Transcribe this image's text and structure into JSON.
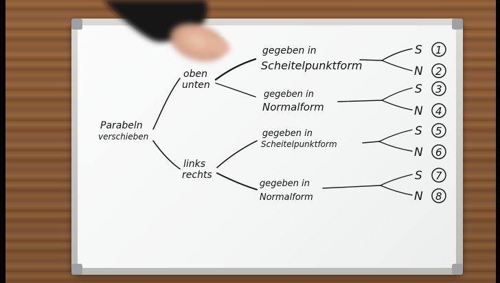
{
  "whiteboard": {
    "root": "Parabeln verschieben",
    "root_line1": "Parabeln",
    "root_line2": "verschieben",
    "branches": [
      {
        "label_line1": "oben",
        "label_line2": "unten",
        "forms": [
          {
            "line1": "gegeben in",
            "line2": "Scheitelpunktform",
            "leaves": [
              {
                "letter": "S",
                "number": "1"
              },
              {
                "letter": "N",
                "number": "2"
              }
            ]
          },
          {
            "line1": "gegeben in",
            "line2": "Normalform",
            "leaves": [
              {
                "letter": "S",
                "number": "3"
              },
              {
                "letter": "N",
                "number": "4"
              }
            ]
          }
        ]
      },
      {
        "label_line1": "links",
        "label_line2": "rechts",
        "forms": [
          {
            "line1": "gegeben in",
            "line2": "Scheitelpunktform",
            "leaves": [
              {
                "letter": "S",
                "number": "5"
              },
              {
                "letter": "N",
                "number": "6"
              }
            ]
          },
          {
            "line1": "gegeben in",
            "line2": "Normalform",
            "leaves": [
              {
                "letter": "S",
                "number": "7"
              },
              {
                "letter": "N",
                "number": "8"
              }
            ]
          }
        ]
      }
    ]
  },
  "colors": {
    "ink": "#1a1a1a",
    "board": "#f6f7f7",
    "frame": "#c8c8c5",
    "table_wood": "#8a5a34"
  }
}
